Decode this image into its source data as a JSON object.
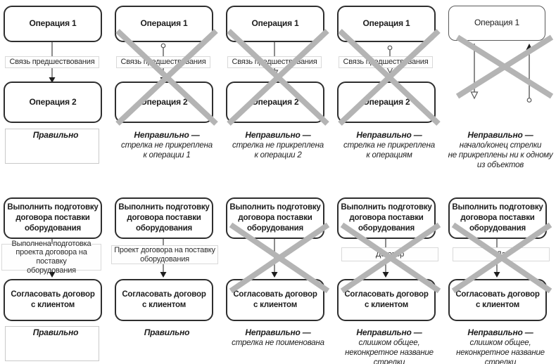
{
  "palette": {
    "box_border": "#2e2e2e",
    "thin_box_border": "#5a5a5a",
    "label_border": "#d9d9d9",
    "arrow_color": "#5a5a5a",
    "cross_color": "#b4b4b4",
    "text_color": "#1d1d1d"
  },
  "row1": {
    "op1": "Операция 1",
    "op2": "Операция 2",
    "link": "Связь предшествования",
    "captions": [
      {
        "title": "Правильно",
        "body": ""
      },
      {
        "title": "Неправильно —",
        "body": "стрелка не прикреплена\nк операции 1"
      },
      {
        "title": "Неправильно —",
        "body": "стрелка не прикреплена\nк операции 2"
      },
      {
        "title": "Неправильно —",
        "body": "стрелка не прикреплена\nк операциям"
      },
      {
        "title": "Неправильно —",
        "body": "начало/конец стрелки\nне прикреплены ни к одному\nиз объектов"
      }
    ]
  },
  "row2": {
    "op1": "Выполнить подготовку\nдоговора поставки\nоборудования",
    "op2": "Согласовать договор\nс клиентом",
    "labels": [
      "Выполнена подготовка\nпроекта договора на поставку\nоборудования",
      "Проект договора на поставку\nоборудования",
      "Договор",
      "Да"
    ],
    "captions": [
      {
        "title": "Правильно",
        "body": ""
      },
      {
        "title": "Правильно",
        "body": ""
      },
      {
        "title": "Неправильно —",
        "body": "стрелка не поименована"
      },
      {
        "title": "Неправильно —",
        "body": "слишком общее,\nнеконкретное название\nстрелки"
      },
      {
        "title": "Неправильно —",
        "body": "слишком общее,\nнеконкретное название\nстрелки"
      }
    ]
  }
}
